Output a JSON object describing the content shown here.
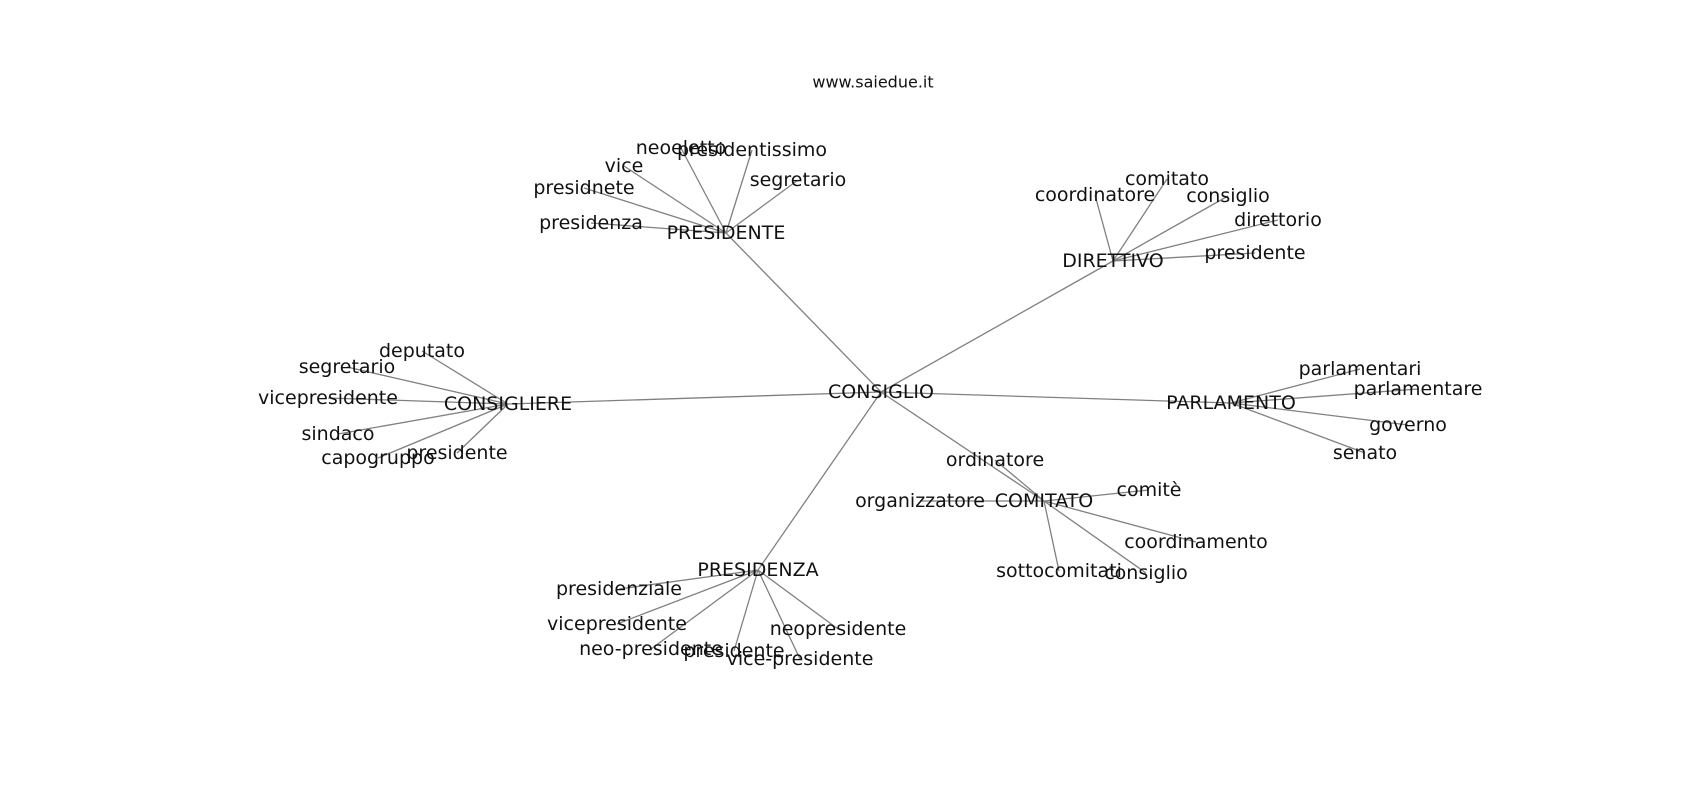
{
  "title": "www.saiedue.it",
  "colors": {
    "edge": "#808080",
    "text": "#111111",
    "background": "#ffffff"
  },
  "center": "CONSIGLIO",
  "hubs": [
    {
      "id": "presidente",
      "label": "PRESIDENTE",
      "leaves": [
        "neoeletto",
        "presidentissimo",
        "vice",
        "segretario",
        "presidnete",
        "presidenza"
      ]
    },
    {
      "id": "direttivo",
      "label": "DIRETTIVO",
      "leaves": [
        "comitato",
        "coordinatore",
        "consiglio",
        "direttorio",
        "presidente"
      ]
    },
    {
      "id": "consigliere",
      "label": "CONSIGLIERE",
      "leaves": [
        "deputato",
        "segretario",
        "vicepresidente",
        "sindaco",
        "capogruppo",
        "presidente"
      ]
    },
    {
      "id": "parlamento",
      "label": "PARLAMENTO",
      "leaves": [
        "parlamentari",
        "parlamentare",
        "governo",
        "senato"
      ]
    },
    {
      "id": "comitato",
      "label": "COMITATO",
      "leaves": [
        "ordinatore",
        "organizzatore",
        "comitè",
        "coordinamento",
        "sottocomitati",
        "consiglio"
      ]
    },
    {
      "id": "presidenza",
      "label": "PRESIDENZA",
      "leaves": [
        "presidenziale",
        "vicepresidente",
        "neopresidente",
        "neo-presidente",
        "presidente",
        "vice-presidente"
      ]
    }
  ]
}
